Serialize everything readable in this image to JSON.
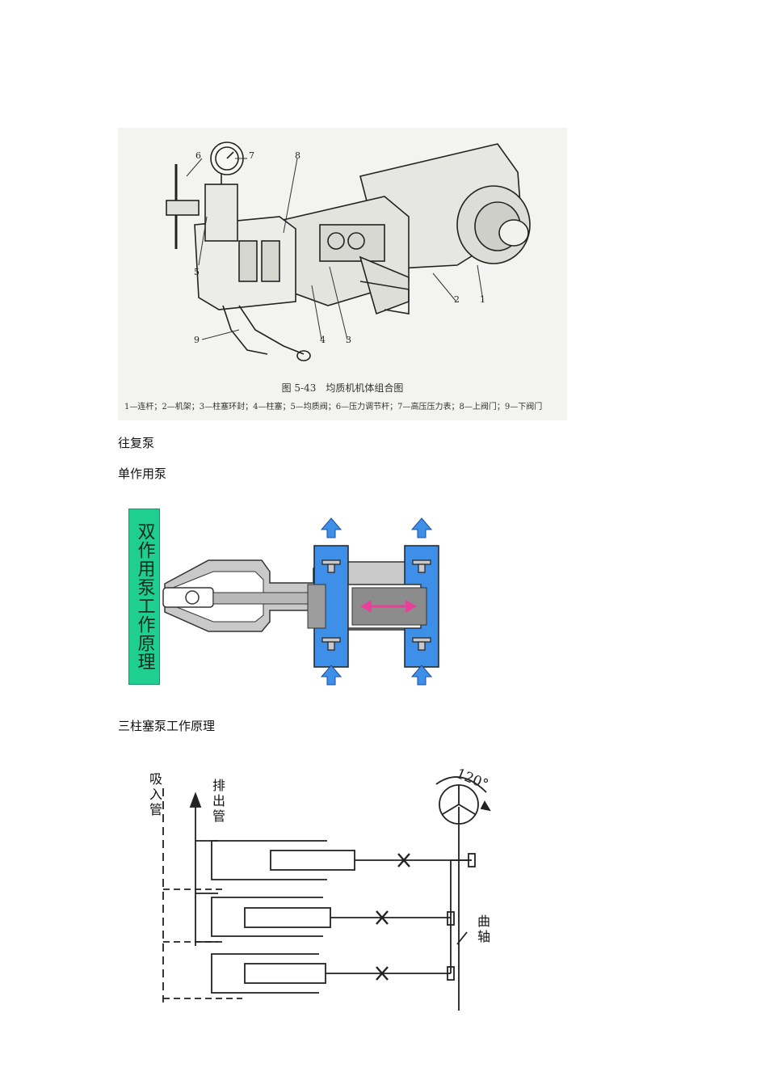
{
  "figure1": {
    "caption": "图 5-43　均质机机体组合图",
    "legend": "1—连杆；2—机架；3—柱塞环封；4—柱塞；5—均质阀；6—压力调节杆；7—高压压力表；8—上阀门；9—下阀门",
    "callouts": [
      "6",
      "7",
      "8",
      "5",
      "9",
      "4",
      "3",
      "2",
      "1"
    ]
  },
  "paragraph1": "往复泵",
  "paragraph2": "单作用泵",
  "figure2": {
    "title": "双作用泵工作原理",
    "colors": {
      "title_bg": "#1fcf92",
      "chamber": "#3d8fe8",
      "arrow": "#e8409a",
      "housing": "#c9c9c9"
    }
  },
  "paragraph3": "三柱塞泵工作原理",
  "figure3": {
    "label_suction": "吸入管",
    "label_discharge": "排出管",
    "label_crankshaft": "曲轴",
    "angle": "120°"
  }
}
